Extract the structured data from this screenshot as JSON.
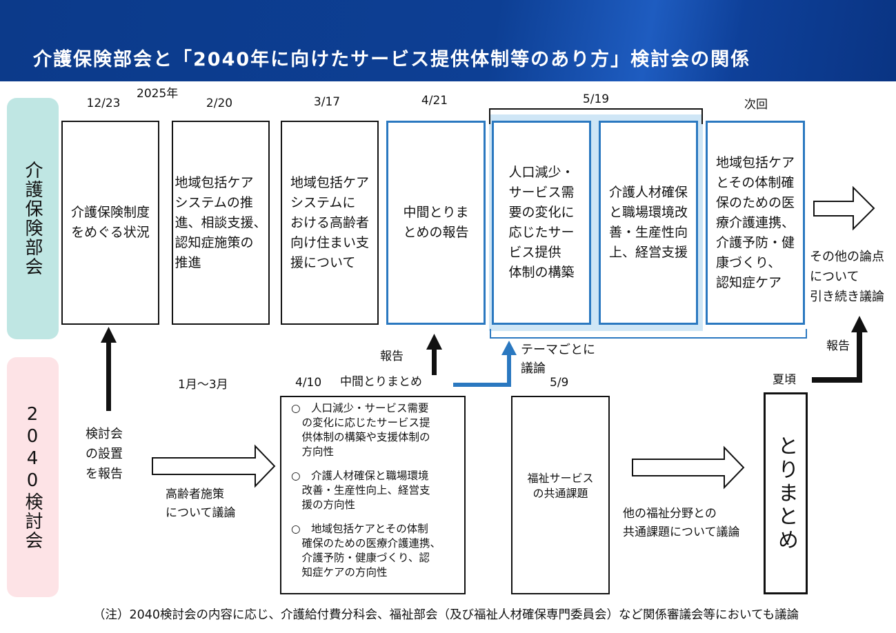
{
  "title": "介護保険部会と「2040年に向けたサービス提供体制等のあり方」検討会の関係",
  "rows": {
    "kaigo": "介護保険部会",
    "kentoukai": "2040検討会"
  },
  "year_label": "2025年",
  "kaigo_meetings": [
    {
      "date": "12/23",
      "text": "介護保険制度\nをめぐる状況"
    },
    {
      "date": "2/20",
      "text": "地域包括ケア\nシステムの推\n進、相談支援、\n認知症施策の\n推進"
    },
    {
      "date": "3/17",
      "text": "地域包括ケア\nシステムに\nおける高齢者\n向け住まい支\n援について"
    },
    {
      "date": "4/21",
      "text": "中間とりま\nとめの報告"
    },
    {
      "date": "5/19",
      "text": "人口減少・\nサービス需\n要の変化に\n応じたサー\nビス提供\n体制の構築"
    },
    {
      "date": "",
      "text": "介護人材確保\nと職場環境改\n善・生産性向\n上、経営支援"
    },
    {
      "date": "次回",
      "text": "地域包括ケア\nとその体制確\n保のための医\n療介護連携、\n介護予防・健\n康づくり、\n認知症ケア"
    }
  ],
  "other_points": "その他の論点\nについて\n引き続き議論",
  "labels": {
    "setchi": "検討会\nの設置\nを報告",
    "period": "1月～3月",
    "koureisha": "高齢者施策\nについて議論",
    "houkoku1": "報告",
    "chuukan": "中間とりまとめ",
    "theme": "テーマごとに\n議論",
    "houkoku2": "報告",
    "natsu": "夏頃",
    "tafukushi": "他の福祉分野との\n共通課題について議論"
  },
  "kentoukai_meetings": [
    {
      "date": "4/10",
      "items": [
        "○　人口減少・サービス需要\n　の変化に応じたサービス提\n　供体制の構築や支援体制の\n　方向性",
        "○　介護人材確保と職場環境\n　改善・生産性向上、経営支\n　援の方向性",
        "○　地域包括ケアとその体制\n　確保のための医療介護連携、\n　介護予防・健康づくり、認\n　知症ケアの方向性"
      ]
    },
    {
      "date": "5/9",
      "text": "福祉サービス\nの共通課題"
    }
  ],
  "torimatome": "とりまとめ",
  "note": "（注）2040検討会の内容に応じ、介護給付費分科会、福祉部会（及び福祉人材確保専門委員会）など関係審議会等においても議論",
  "colors": {
    "header": "#0d3f94",
    "accent_blue": "#2a78c0",
    "highlight": "#cfe6f6",
    "band_kaigo": "#bfe6e3",
    "band_2040": "#fde3e6"
  }
}
